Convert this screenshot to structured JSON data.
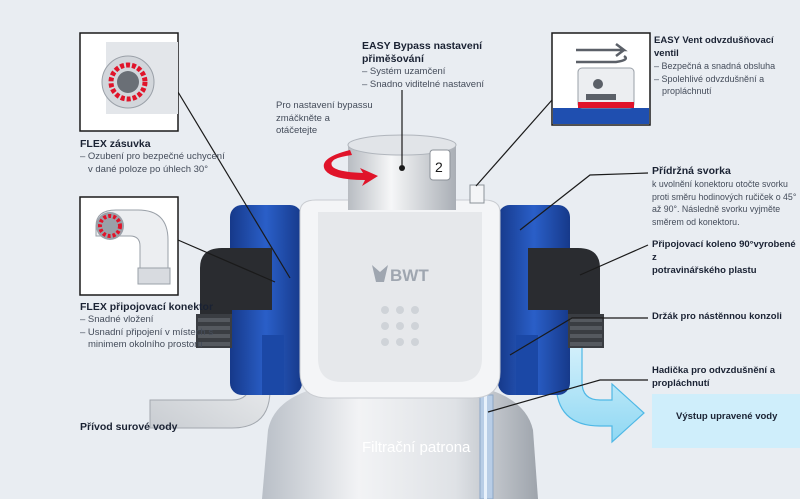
{
  "device": {
    "brand": "BWT",
    "filter_label": "Filtrační patrona",
    "dial_number": "2"
  },
  "callouts": {
    "flex_socket": {
      "title": "FLEX zásuvka",
      "desc": [
        "– Ozubení pro bezpečné uchycení",
        "v dané poloze po úhlech 30°"
      ]
    },
    "flex_connector": {
      "title": "FLEX připojovací konektor",
      "desc": [
        "– Snadné vložení",
        "– Usnadní připojení v místech s",
        "minimem okolního prostoru"
      ]
    },
    "raw_water": {
      "title": "Přívod surové vody"
    },
    "bypass": {
      "title": "EASY Bypass nastavení přimĕšování",
      "desc": [
        "– Systém uzamčení",
        "– Snadno viditelné nastavení"
      ]
    },
    "bypass_hint": [
      "Pro nastavení bypassu",
      "zmáčknĕte a",
      "otáčetejte"
    ],
    "vent": {
      "title": "EASY Vent odvzdušňovací ventil",
      "desc": [
        "– Bezpečná a snadná obsluha",
        "– Spolehlivé odvzdušnĕní a",
        "propláchnutí"
      ]
    },
    "clamp": {
      "title": "Přídržná svorka",
      "desc": [
        "k uvolnĕní konektoru otočte svorku",
        "proti smĕru hodinových ručiček o 45°",
        "až 90°. Následnĕ svorku vyjmĕte",
        "smĕrem od konektoru."
      ]
    },
    "elbow": {
      "title": [
        "Připojovací koleno 90°vyrobené z",
        "potravinářského plastu"
      ]
    },
    "bracket": {
      "title": "Držák pro nástĕnnou konzoli"
    },
    "hose": {
      "title": [
        "Hadička pro odvzdušnĕní a",
        "propláchnutí"
      ]
    },
    "treated_water": {
      "title": "Výstup upravené vody"
    }
  },
  "colors": {
    "background": "#e9edf2",
    "housing_blue": "#1f4fb0",
    "white_body": "#f4f5f7",
    "black_fitting": "#2a2c30",
    "outlet_cyan": "#7ad3f2",
    "red_accent": "#e0142a"
  }
}
